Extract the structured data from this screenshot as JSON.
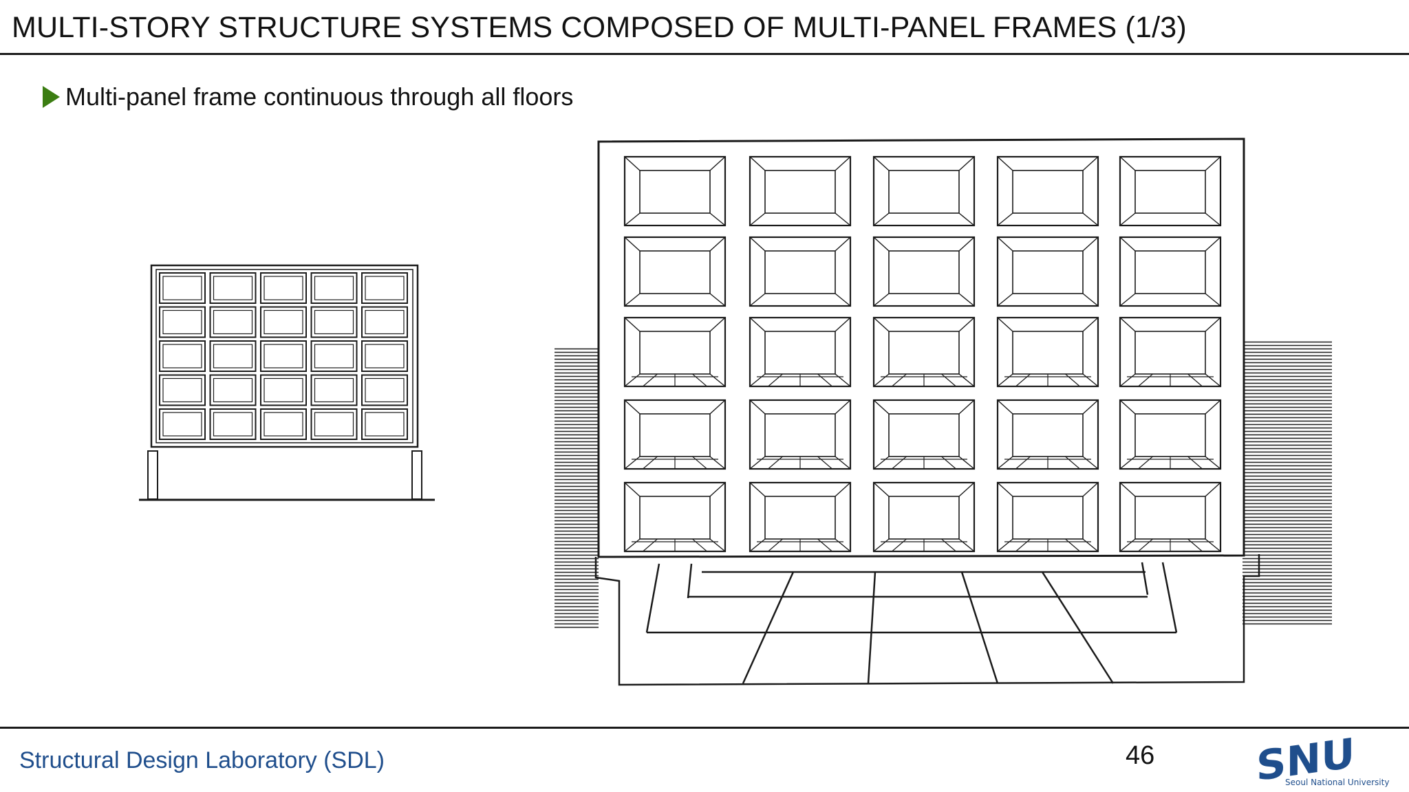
{
  "slide": {
    "title": "MULTI-STORY STRUCTURE SYSTEMS COMPOSED OF MULTI-PANEL FRAMES (1/3)",
    "bullet": "Multi-panel frame continuous through all floors",
    "page_number": "46"
  },
  "footer": {
    "lab": "Structural Design Laboratory (SDL)",
    "logo_text": "SNU",
    "university": "Seoul National University"
  },
  "colors": {
    "bullet_arrow": "#3b7d12",
    "footer_text": "#1f4e8c",
    "rule": "#1a1a1a"
  }
}
